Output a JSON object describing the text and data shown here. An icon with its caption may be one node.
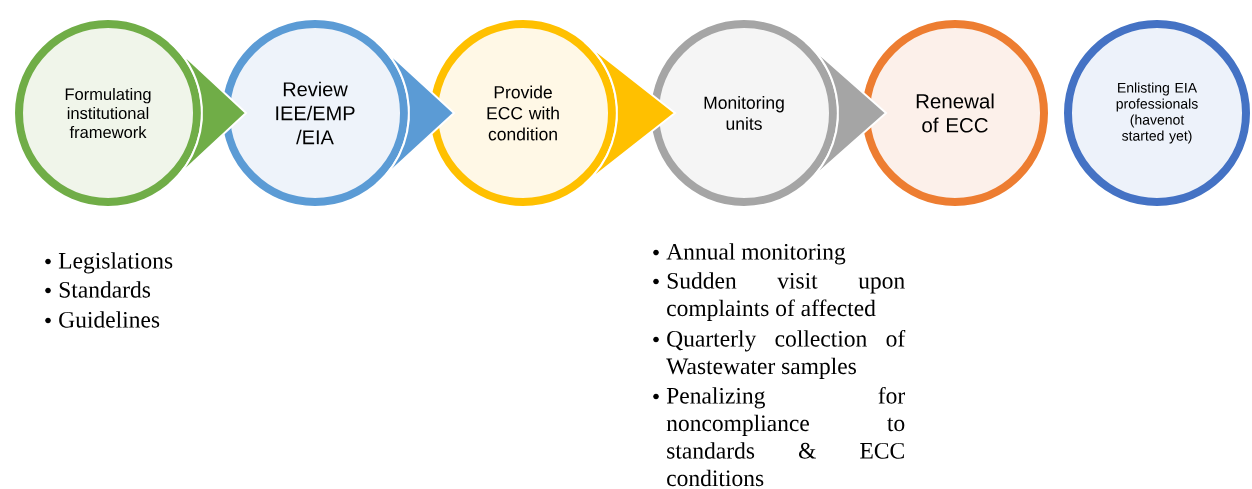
{
  "diagram": {
    "nodes": [
      {
        "text": [
          "Formulating institutional framework"
        ]
      },
      {
        "text": [
          "Review IEE/EMP /EIA"
        ]
      },
      {
        "text": [
          "Provide ECC with condition"
        ]
      },
      {
        "text": [
          "Monitoring units"
        ]
      },
      {
        "text": [
          "Renewal of ECC"
        ]
      },
      {
        "text": [
          "Enlisting EIA professionals (havenot started yet)"
        ]
      }
    ],
    "edges": [
      {
        "from": 0,
        "to": 1,
        "arrow": "to",
        "color": "#70ad47"
      },
      {
        "from": 1,
        "to": 2,
        "arrow": "to",
        "color": "#5b9bd5"
      },
      {
        "from": 2,
        "to": 3,
        "arrow": "to",
        "color": "#ffc000"
      },
      {
        "from": 3,
        "to": 4,
        "arrow": "to",
        "color": "#a5a5a5"
      }
    ],
    "labels": [
      "Legislations",
      "Standards",
      "Guidelines",
      "Annual monitoring",
      "Sudden visit upon complaints of affected",
      "Quarterly collection of Wastewater samples",
      "Penalizing for noncompliance to standards & ECC conditions"
    ]
  }
}
